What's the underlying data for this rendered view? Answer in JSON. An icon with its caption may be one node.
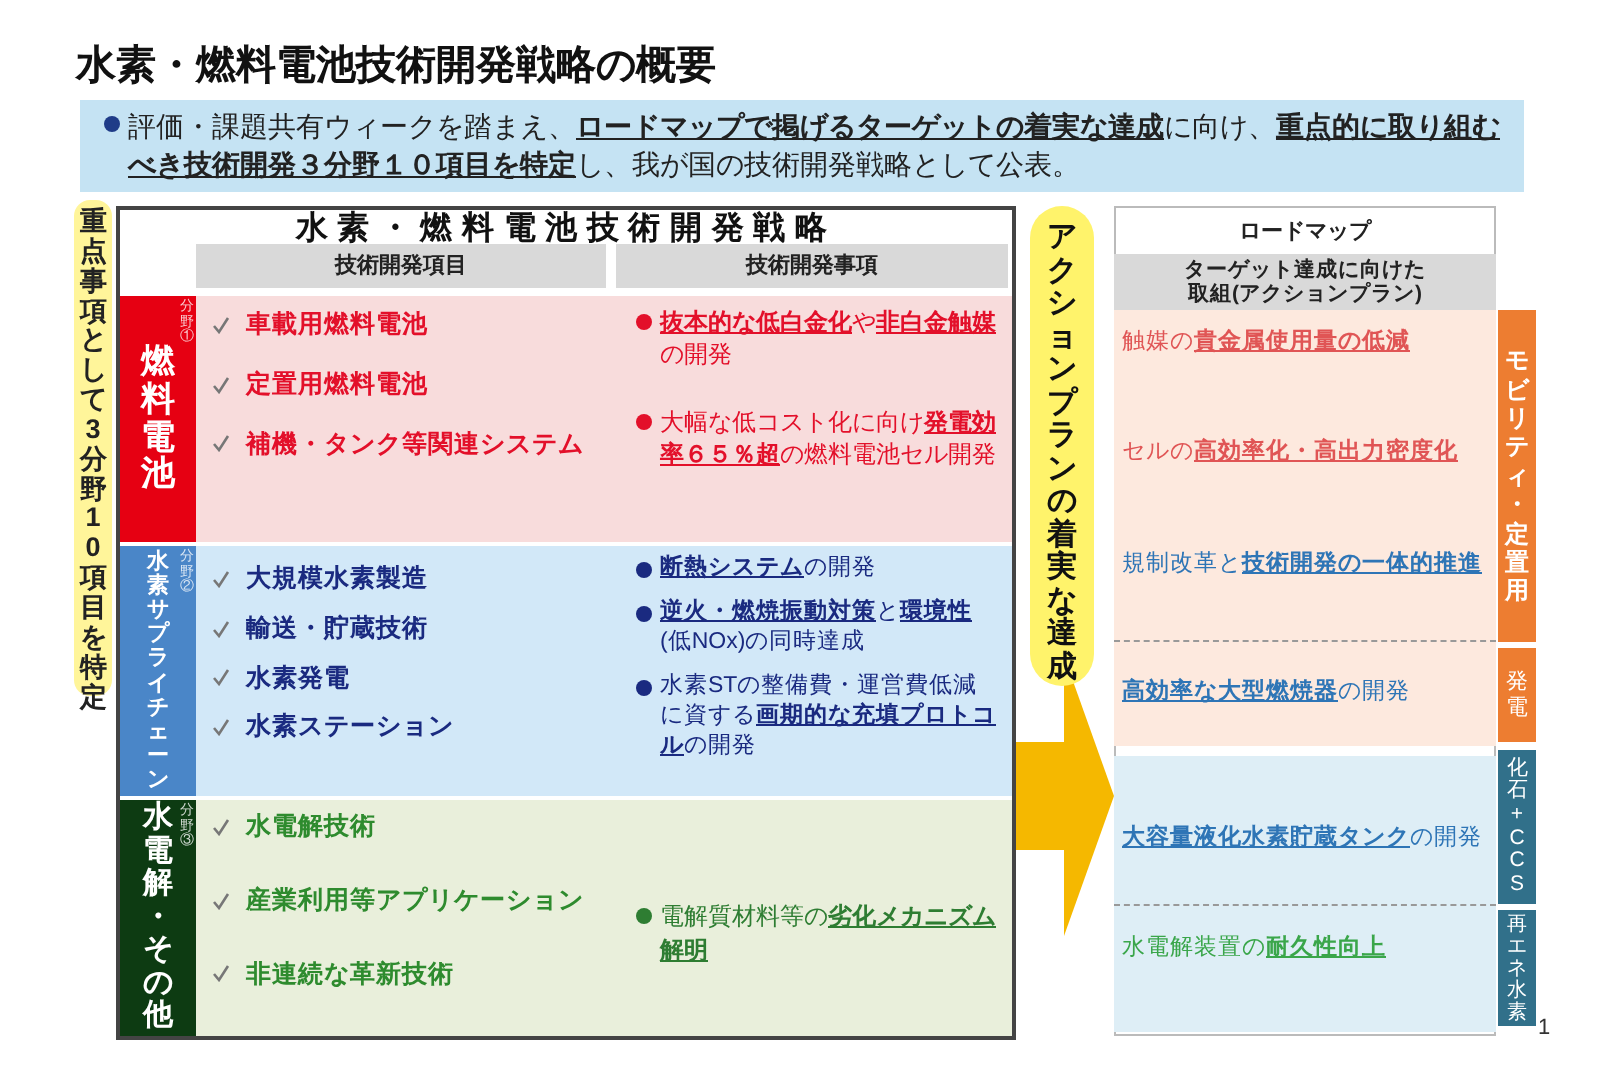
{
  "diagram": {
    "title": "水素・燃料電池技術開発戦略の概要",
    "nodes": [
      {
        "text": [
          "評価・課題共有ウィークを踏まえ、**ロードマップで掲げるターゲットの着実な達成**に向け、**重点的に取り組むべき技術開発３分野１０項目を特定**し、我が国の技術開発戦略として公表。"
        ]
      },
      {
        "text": [
          "重点事項として3分野10項目を特定"
        ]
      },
      {
        "text": [
          "水素・燃料電池技術開発戦略"
        ]
      },
      {
        "text": [
          "技術開発項目"
        ],
        "in": 2
      },
      {
        "text": [
          "技術開発事項"
        ],
        "in": 2
      },
      {
        "text": [
          "燃料電池",
          "分野①"
        ],
        "in": 2
      },
      {
        "text": [
          "車載用燃料電池",
          "定置用燃料電池",
          "補機・タンク等関連システム"
        ],
        "in": 2
      },
      {
        "text": [
          "**抜本的な低白金化**や**非白金触媒**の開発",
          "大幅な低コスト化に向け**発電効率６５％超**の燃料電池セル開発"
        ],
        "in": 2
      },
      {
        "text": [
          "水素サプライチェーン",
          "分野②"
        ],
        "in": 2
      },
      {
        "text": [
          "大規模水素製造",
          "輸送・貯蔵技術",
          "水素発電",
          "水素ステーション"
        ],
        "in": 2
      },
      {
        "text": [
          "**断熱システム**の開発",
          "**逆火・燃焼振動対策**と**環境性**(低NOx)の同時達成",
          "水素STの整備費・運営費低減に資する**画期的な充填プロトコル**の開発"
        ],
        "in": 2
      },
      {
        "text": [
          "水電解・その他",
          "分野③"
        ],
        "in": 2
      },
      {
        "text": [
          "水電解技術",
          "産業利用等アプリケーション",
          "非連続な革新技術"
        ],
        "in": 2
      },
      {
        "text": [
          "電解質材料等の**劣化メカニズム解明**"
        ],
        "in": 2
      },
      {
        "text": [
          "アクションプランの着実な達成"
        ]
      },
      {
        "text": [
          "ロードマップ"
        ]
      },
      {
        "text": [
          "ターゲット達成に向けた取組(アクションプラン)"
        ],
        "in": 15
      },
      {
        "text": [
          "触媒の**貴金属使用量の低減**",
          "セルの**高効率化・高出力密度化**",
          "規制改革と**技術開発の一体的推進**"
        ],
        "in": 15
      },
      {
        "text": [
          "**高効率な大型燃焼器**の開発"
        ],
        "in": 15
      },
      {
        "text": [
          "**大容量液化水素貯蔵タンク**の開発"
        ],
        "in": 15
      },
      {
        "text": [
          "水電解装置の**耐久性向上**"
        ],
        "in": 15
      },
      {
        "text": [
          "モビリティ・定置用"
        ]
      },
      {
        "text": [
          "発電"
        ]
      },
      {
        "text": [
          "化石+CCS"
        ]
      },
      {
        "text": [
          "再エネ水素"
        ]
      }
    ],
    "edges": [
      {
        "from": 2,
        "to": 15,
        "arrow": "to"
      }
    ],
    "labels": [
      "1"
    ]
  }
}
